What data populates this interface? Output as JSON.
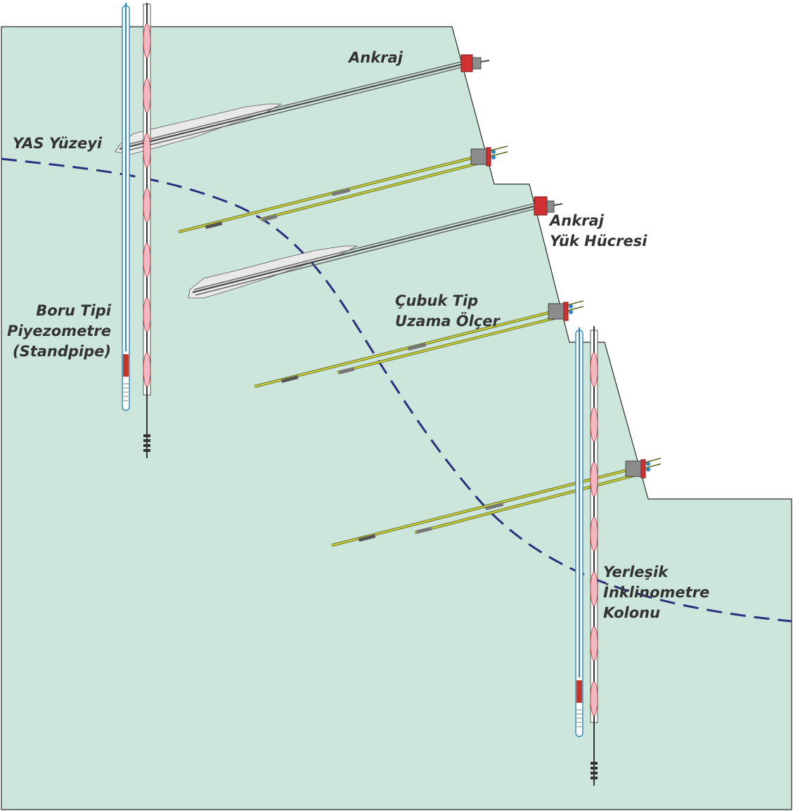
{
  "labels": {
    "ankraj_top": "Ankraj",
    "yas_yuzeyi": "YAS Yüzeyi",
    "ankraj_load_cell": [
      "Ankraj",
      "Yük Hücresi"
    ],
    "rod_extensometer": [
      "Çubuk Tip",
      "Uzama Ölçer"
    ],
    "standpipe_piezometer": [
      "Boru Tipi",
      "Piyezometre",
      "(Standpipe)"
    ],
    "inclinometer": [
      "Yerleşik",
      "İnklinometre",
      "Kolonu"
    ]
  },
  "colors": {
    "ground": "#cde6dc",
    "ground_outline": "#2b2b2b",
    "water_table": "#2a2f7e",
    "grout": "#e6e6e6",
    "tendon": "#4a4a4a",
    "rod": "#c4cc3a",
    "rod_outline": "#5b6620",
    "anchor_plate": "#d23131",
    "inclinometer_coupling": "#f2b8c6",
    "piezometer_pipe": "#2e86c1",
    "piezometer_tip": "#c0392b",
    "head_grey": "#8c8c8c",
    "head_blue": "#2e86c1"
  },
  "icons": {
    "anchor": "anchor-tendon-icon",
    "extensometer": "rod-extensometer-icon",
    "piezometer": "standpipe-piezometer-icon",
    "inclinometer": "inclinometer-casing-icon"
  }
}
